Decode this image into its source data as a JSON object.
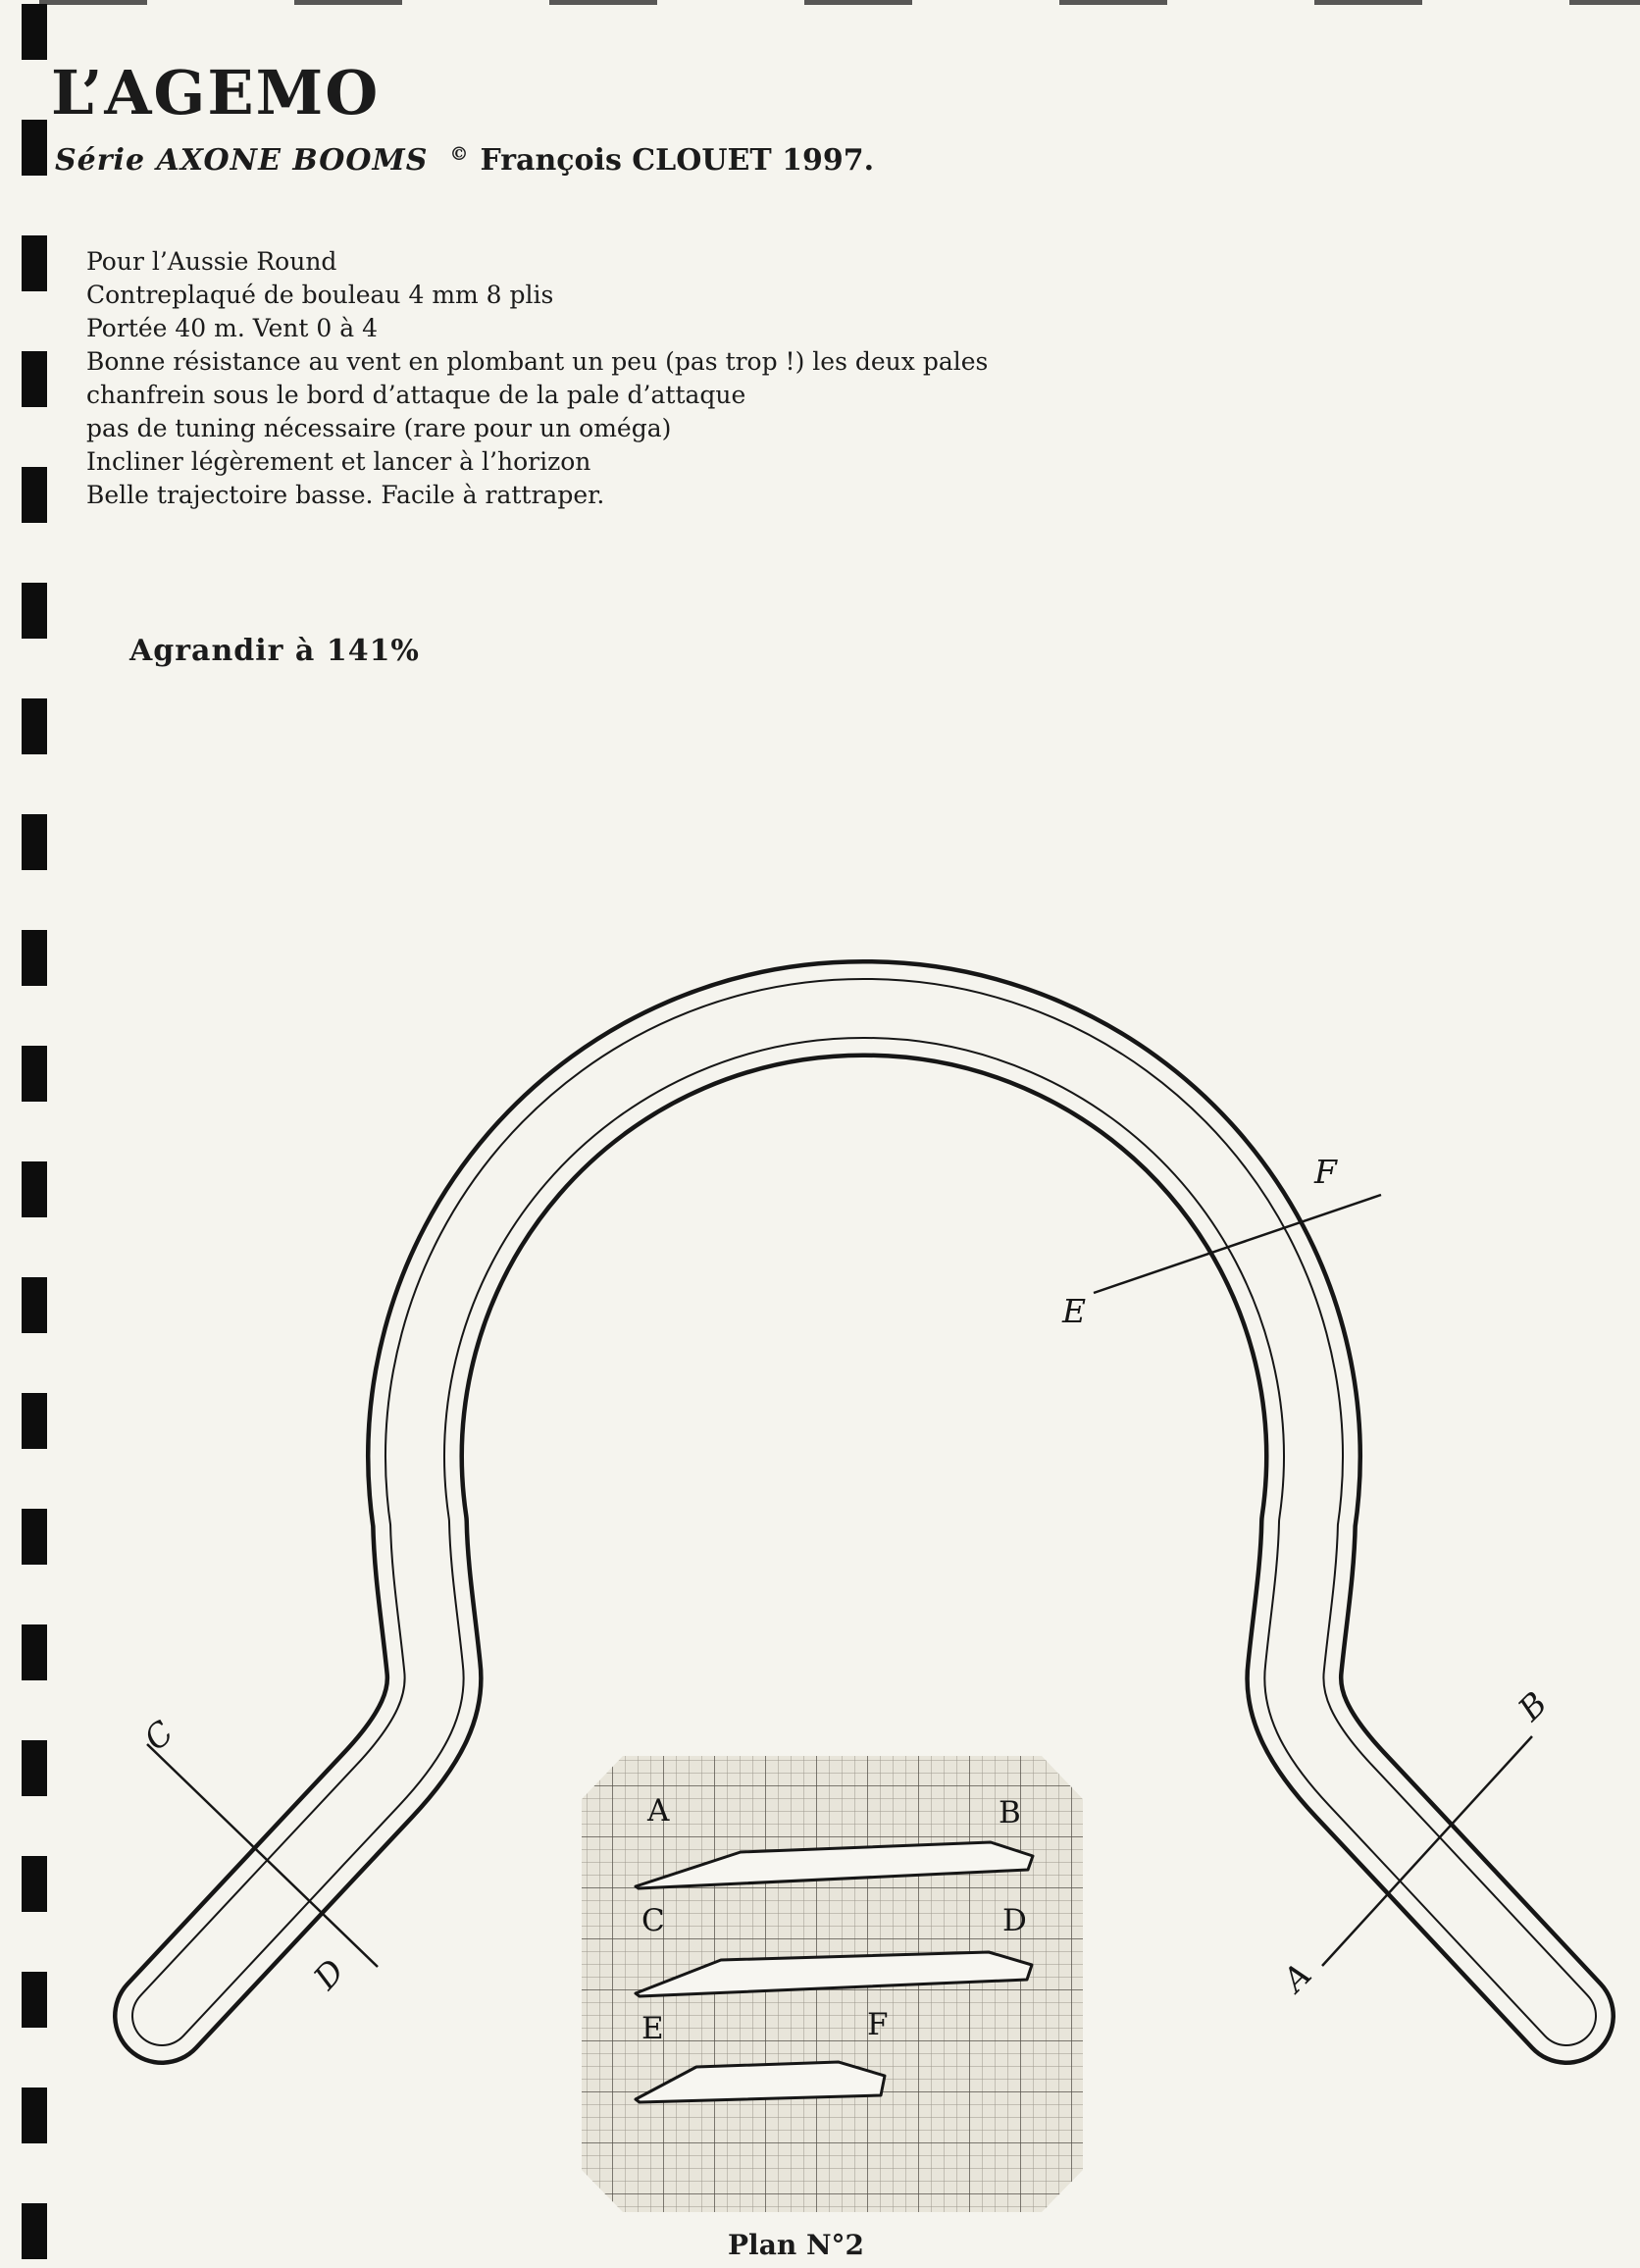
{
  "page": {
    "title": "L’AGEMO",
    "series": "Série AXONE BOOMS",
    "copyright_symbol": "©",
    "author_line": "François CLOUET 1997.",
    "description_lines": [
      "Pour l’Aussie Round",
      "Contreplaqué de bouleau 4 mm 8 plis",
      "Portée 40 m. Vent 0 à 4",
      "Bonne résistance au vent en plombant un peu (pas trop !) les deux pales",
      "chanfrein sous le bord d’attaque de la pale d’attaque",
      "pas de tuning nécessaire (rare pour un oméga)",
      "Incliner légèrement et lancer à l’horizon",
      "Belle trajectoire basse. Facile à rattraper."
    ],
    "enlarge_note": "Agrandir à 141%",
    "plan_number": "Plan N°2"
  },
  "drawing": {
    "section_line_labels": {
      "E": "E",
      "F": "F",
      "C": "C",
      "D": "D",
      "A": "A",
      "B": "B"
    }
  },
  "sections_panel": {
    "labels": {
      "A": "A",
      "B": "B",
      "C": "C",
      "D": "D",
      "E": "E",
      "F": "F"
    }
  },
  "colors": {
    "paper": "#f5f4ee",
    "ink": "#161616",
    "grid_minor": "#9b978c",
    "grid_major": "#55524a"
  }
}
